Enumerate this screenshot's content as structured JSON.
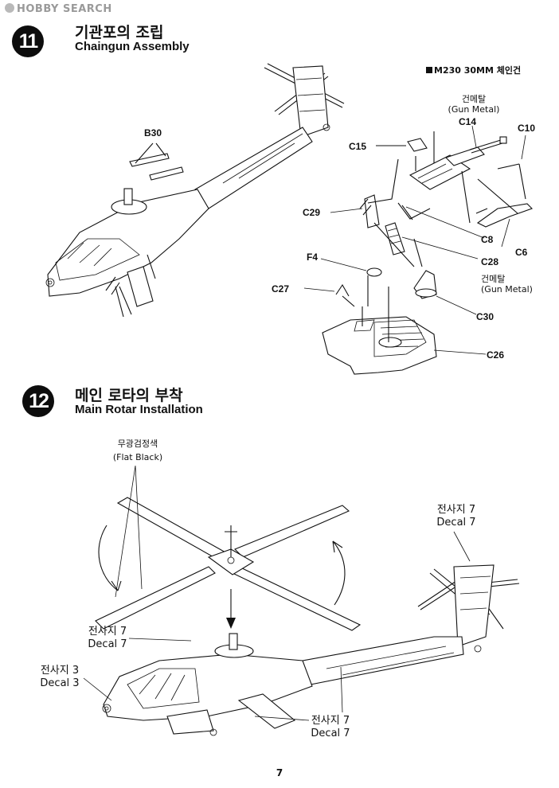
{
  "watermark": "HOBBY SEARCH",
  "step11": {
    "number": "11",
    "title_ko": "기관포의 조립",
    "title_en": "Chaingun Assembly",
    "weapon_label": "M230 30MM 체인건",
    "parts": {
      "b30": "B30",
      "c14": "C14",
      "c15": "C15",
      "c10": "C10",
      "c29": "C29",
      "c8": "C8",
      "c6": "C6",
      "c28": "C28",
      "f4": "F4",
      "c27": "C27",
      "c30": "C30",
      "c26": "C26"
    },
    "gunmetal_top": {
      "ko": "건메탈",
      "en": "(Gun Metal)"
    },
    "gunmetal_mid": {
      "ko": "건메탈",
      "en": "(Gun Metal)"
    }
  },
  "step12": {
    "number": "12",
    "title_ko": "메인 로타의 부착",
    "title_en": "Main Rotar Installation",
    "flat_black": {
      "ko": "무광검정색",
      "en": "(Flat Black)"
    },
    "decal_tail": {
      "ko": "전사지 7",
      "en": "Decal 7"
    },
    "decal_top": {
      "ko": "전사지 7",
      "en": "Decal 7"
    },
    "decal_nose": {
      "ko": "전사지 3",
      "en": "Decal 3"
    },
    "decal_bottom": {
      "ko": "전사지 7",
      "en": "Decal 7"
    }
  },
  "page_number": "7"
}
